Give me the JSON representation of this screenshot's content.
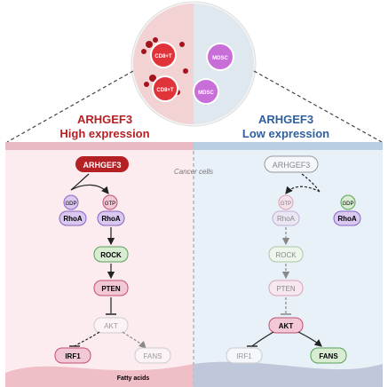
{
  "header": {
    "cells": {
      "cd8_a": "CD8+T",
      "cd8_b": "CD8+T",
      "mdsc_a": "MDSC",
      "mdsc_b": "MDSC"
    }
  },
  "panels": {
    "left": {
      "title_line1": "ARHGEF3",
      "title_line2": "High expression",
      "top_node": "ARHGEF3",
      "gdp": "GDP",
      "gtp": "GTP",
      "rhoa_gdp": "RhoA",
      "rhoa_gtp": "RhoA",
      "rock": "ROCK",
      "pten": "PTEN",
      "akt": "AKT",
      "irf1": "IRF1",
      "fans": "FANS",
      "fatty_acids": "Fatty acids"
    },
    "right": {
      "title_line1": "ARHGEF3",
      "title_line2": "Low expression",
      "top_node": "ARHGEF3",
      "gtp": "GTP",
      "gdp": "GDP",
      "rhoa_gtp": "RhoA",
      "rhoa_gdp": "RhoA",
      "rock": "ROCK",
      "pten": "PTEN",
      "akt": "AKT",
      "irf1": "IRF1",
      "fans": "FANS"
    },
    "center_label": "Cancer cells"
  },
  "colors": {
    "high": "#b52025",
    "low": "#2f5f9e",
    "left_bg": "#fcecef",
    "right_bg": "#e8f0f8",
    "green": "#d8ecd2",
    "green_border": "#5aa05a",
    "purple": "#d9c8ef",
    "purple_border": "#8a63c0",
    "pink": "#f3c8d6",
    "pink_border": "#c05070"
  }
}
